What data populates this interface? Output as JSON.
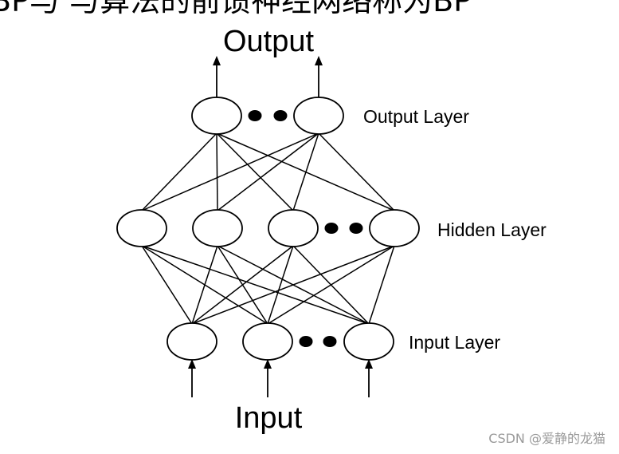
{
  "header": {
    "title_fragment": "BP与 与算法的前馈神经网络称为BP"
  },
  "diagram": {
    "output_caption": "Output",
    "input_caption": "Input",
    "layers": [
      {
        "key": "output",
        "label": "Output Layer"
      },
      {
        "key": "hidden",
        "label": "Hidden Layer"
      },
      {
        "key": "input",
        "label": "Input Layer"
      }
    ]
  },
  "watermark": {
    "text": "CSDN @爱静的龙猫"
  }
}
